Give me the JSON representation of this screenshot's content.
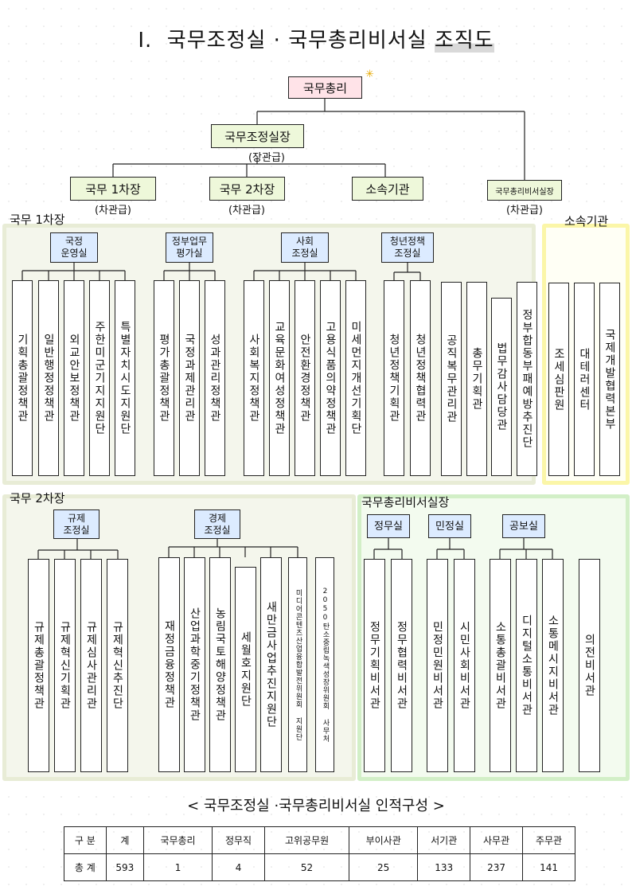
{
  "title": {
    "num": "Ⅰ.",
    "text": "국무조정실 · 국무총리비서실",
    "underlined": "조직도"
  },
  "top": {
    "pm": "국무총리",
    "office_head": "국무조정실장",
    "office_head_grade": "(장관급)",
    "vice1": "국무 1차장",
    "vice1_grade": "(차관급)",
    "vice2": "국무 2차장",
    "vice2_grade": "(차관급)",
    "affiliated": "소속기관",
    "chief_secretary": "국무총리비서실장",
    "chief_secretary_grade": "(차관급)"
  },
  "vice1_section": {
    "title": "국무 1차장",
    "groups": [
      {
        "name": "국정\n운영실",
        "units": [
          "기획총괄정책관",
          "일반행정정책관",
          "외교안보정책관",
          "주한미군기지지원단",
          "특별자치시도지원단"
        ]
      },
      {
        "name": "정부업무\n평가실",
        "units": [
          "평가총괄정책관",
          "국정과제관리관",
          "성과관리정책관"
        ]
      },
      {
        "name": "사회\n조정실",
        "units": [
          "사회복지정책관",
          "교육문화여성정책관",
          "안전환경정책관",
          "고용식품의약정책관",
          "미세먼지개선기획단"
        ]
      },
      {
        "name": "청년정책\n조정실",
        "units": [
          "청년정책기획관",
          "청년정책협력관"
        ]
      }
    ],
    "standalone": [
      "공직복무관리관",
      "총무기획관",
      "법무감사담당관",
      "정부합동부패예방추진단"
    ]
  },
  "affiliated_section": {
    "title": "소속기관",
    "units": [
      "조세심판원",
      "대테러센터",
      "국제개발협력본부"
    ]
  },
  "vice2_section": {
    "title": "국무 2차장",
    "groups": [
      {
        "name": "규제\n조정실",
        "units": [
          "규제총괄정책관",
          "규제혁신기획관",
          "규제심사관리관",
          "규제혁신추진단"
        ]
      },
      {
        "name": "경제\n조정실",
        "units": [
          "재정금융정책관",
          "산업과학중기정책관",
          "농림국토해양정책관",
          "세월호지원단",
          "새만금사업추진지원단"
        ]
      }
    ],
    "committees": [
      "미디어콘텐츠산업융합발전위원회 지원단",
      "2050탄소중립녹색성장위원회 사무처"
    ]
  },
  "secretary_section": {
    "title": "국무총리비서실장",
    "groups": [
      {
        "name": "정무실",
        "units": [
          "정무기획비서관",
          "정무협력비서관"
        ]
      },
      {
        "name": "민정실",
        "units": [
          "민정민원비서관",
          "시민사회비서관"
        ]
      },
      {
        "name": "공보실",
        "units": [
          "소통총괄비서관",
          "디지털소통비서관",
          "소통메시지비서관"
        ]
      }
    ],
    "standalone": [
      "의전비서관"
    ]
  },
  "personnel": {
    "caption": "< 국무조정실 ·국무총리비서실 인적구성 >",
    "headers": [
      "구 분",
      "계",
      "국무총리",
      "정무직",
      "고위공무원",
      "부이사관",
      "서기관",
      "사무관",
      "주무관"
    ],
    "row": [
      "총 계",
      "593",
      "1",
      "4",
      "52",
      "25",
      "133",
      "237",
      "141"
    ]
  }
}
